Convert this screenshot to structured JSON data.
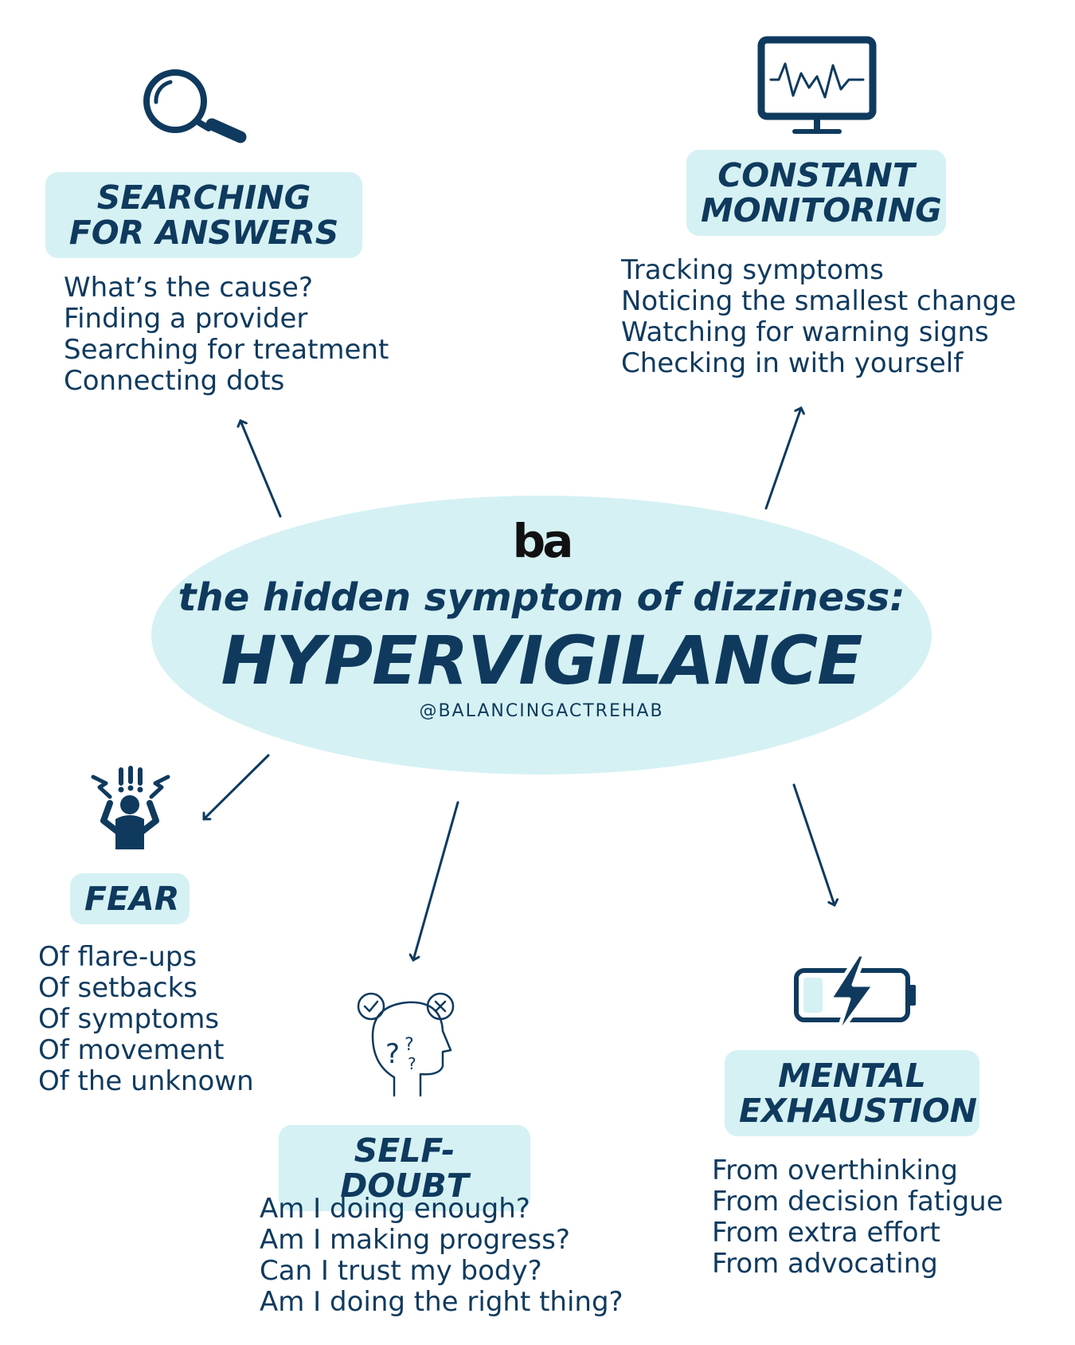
{
  "center": {
    "logo": "ba",
    "subtitle": "the hidden symptom of dizziness:",
    "title": "HYPERVIGILANCE",
    "handle": "@BALANCINGACTREHAB"
  },
  "nodes": {
    "searching": {
      "label": [
        "SEARCHING",
        "FOR ANSWERS"
      ],
      "items": [
        "What’s the cause?",
        "Finding a provider",
        "Searching for treatment",
        "Connecting dots"
      ],
      "icon": "magnifying-glass-icon"
    },
    "monitoring": {
      "label": [
        "CONSTANT",
        "MONITORING"
      ],
      "items": [
        "Tracking symptoms",
        "Noticing the smallest change",
        "Watching for warning signs",
        "Checking in with yourself"
      ],
      "icon": "heart-monitor-icon"
    },
    "fear": {
      "label": [
        "FEAR"
      ],
      "items": [
        "Of flare-ups",
        "Of setbacks",
        "Of symptoms",
        "Of movement",
        "Of the unknown"
      ],
      "icon": "stressed-person-icon"
    },
    "selfdoubt": {
      "label": [
        "SELF-DOUBT"
      ],
      "items": [
        "Am I doing enough?",
        "Am I making progress?",
        "Can I trust my body?",
        "Am I doing the right thing?"
      ],
      "icon": "questioning-head-icon"
    },
    "exhaustion": {
      "label": [
        "MENTAL",
        "EXHAUSTION"
      ],
      "items": [
        "From overthinking",
        "From decision fatigue",
        "From extra effort",
        "From advocating"
      ],
      "icon": "low-battery-icon"
    }
  },
  "colors": {
    "navy": "#0f3a5e",
    "light_teal": "#d5f1f3",
    "white": "#ffffff"
  }
}
